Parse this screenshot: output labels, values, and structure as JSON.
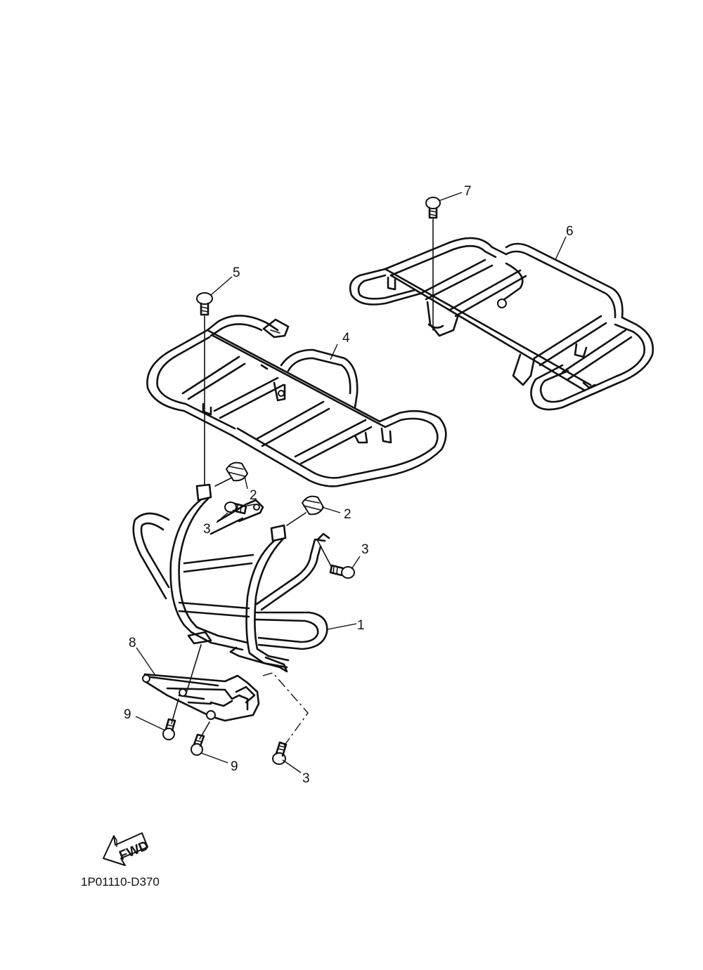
{
  "diagram": {
    "drawing_code": "1P01110-D370",
    "fwd_label": "FWD",
    "callouts": [
      {
        "id": "c1",
        "label": "1"
      },
      {
        "id": "c2a",
        "label": "2"
      },
      {
        "id": "c2b",
        "label": "2"
      },
      {
        "id": "c3a",
        "label": "3"
      },
      {
        "id": "c3b",
        "label": "3"
      },
      {
        "id": "c3c",
        "label": "3"
      },
      {
        "id": "c4",
        "label": "4"
      },
      {
        "id": "c5",
        "label": "5"
      },
      {
        "id": "c6",
        "label": "6"
      },
      {
        "id": "c7",
        "label": "7"
      },
      {
        "id": "c8",
        "label": "8"
      },
      {
        "id": "c9a",
        "label": "9"
      },
      {
        "id": "c9b",
        "label": "9"
      }
    ]
  }
}
